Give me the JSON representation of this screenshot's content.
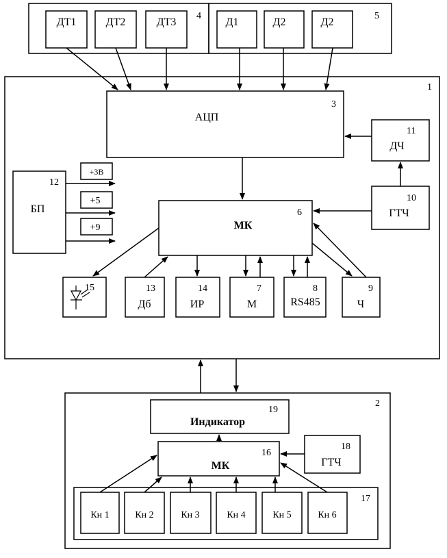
{
  "unit1": {
    "number": "1"
  },
  "unit2": {
    "number": "2"
  },
  "group4": {
    "number": "4",
    "sensors": [
      "ДТ1",
      "ДТ2",
      "ДТ3"
    ]
  },
  "group5": {
    "number": "5",
    "sensors": [
      "Д1",
      "Д2",
      "Д2"
    ]
  },
  "adc": {
    "label": "АЦП",
    "number": "3"
  },
  "mk_main": {
    "label": "МК",
    "number": "6"
  },
  "dch": {
    "label": "ДЧ",
    "number": "11"
  },
  "gtch_main": {
    "label": "ГТЧ",
    "number": "10"
  },
  "bp": {
    "label": "БП",
    "number": "12"
  },
  "voltages": [
    "+3В",
    "+5",
    "+9"
  ],
  "led": {
    "number": "15"
  },
  "db": {
    "label": "Дб",
    "number": "13"
  },
  "ir": {
    "label": "ИР",
    "number": "14"
  },
  "m": {
    "label": "М",
    "number": "7"
  },
  "rs485": {
    "label": "RS485",
    "number": "8"
  },
  "ch": {
    "label": "Ч",
    "number": "9"
  },
  "indicator": {
    "label": "Индикатор",
    "number": "19"
  },
  "mk_remote": {
    "label": "МК",
    "number": "16"
  },
  "gtch_remote": {
    "label": "ГТЧ",
    "number": "18"
  },
  "keypad": {
    "number": "17",
    "keys": [
      "Кн 1",
      "Кн 2",
      "Кн 3",
      "Кн 4",
      "Кн 5",
      "Кн 6"
    ]
  }
}
